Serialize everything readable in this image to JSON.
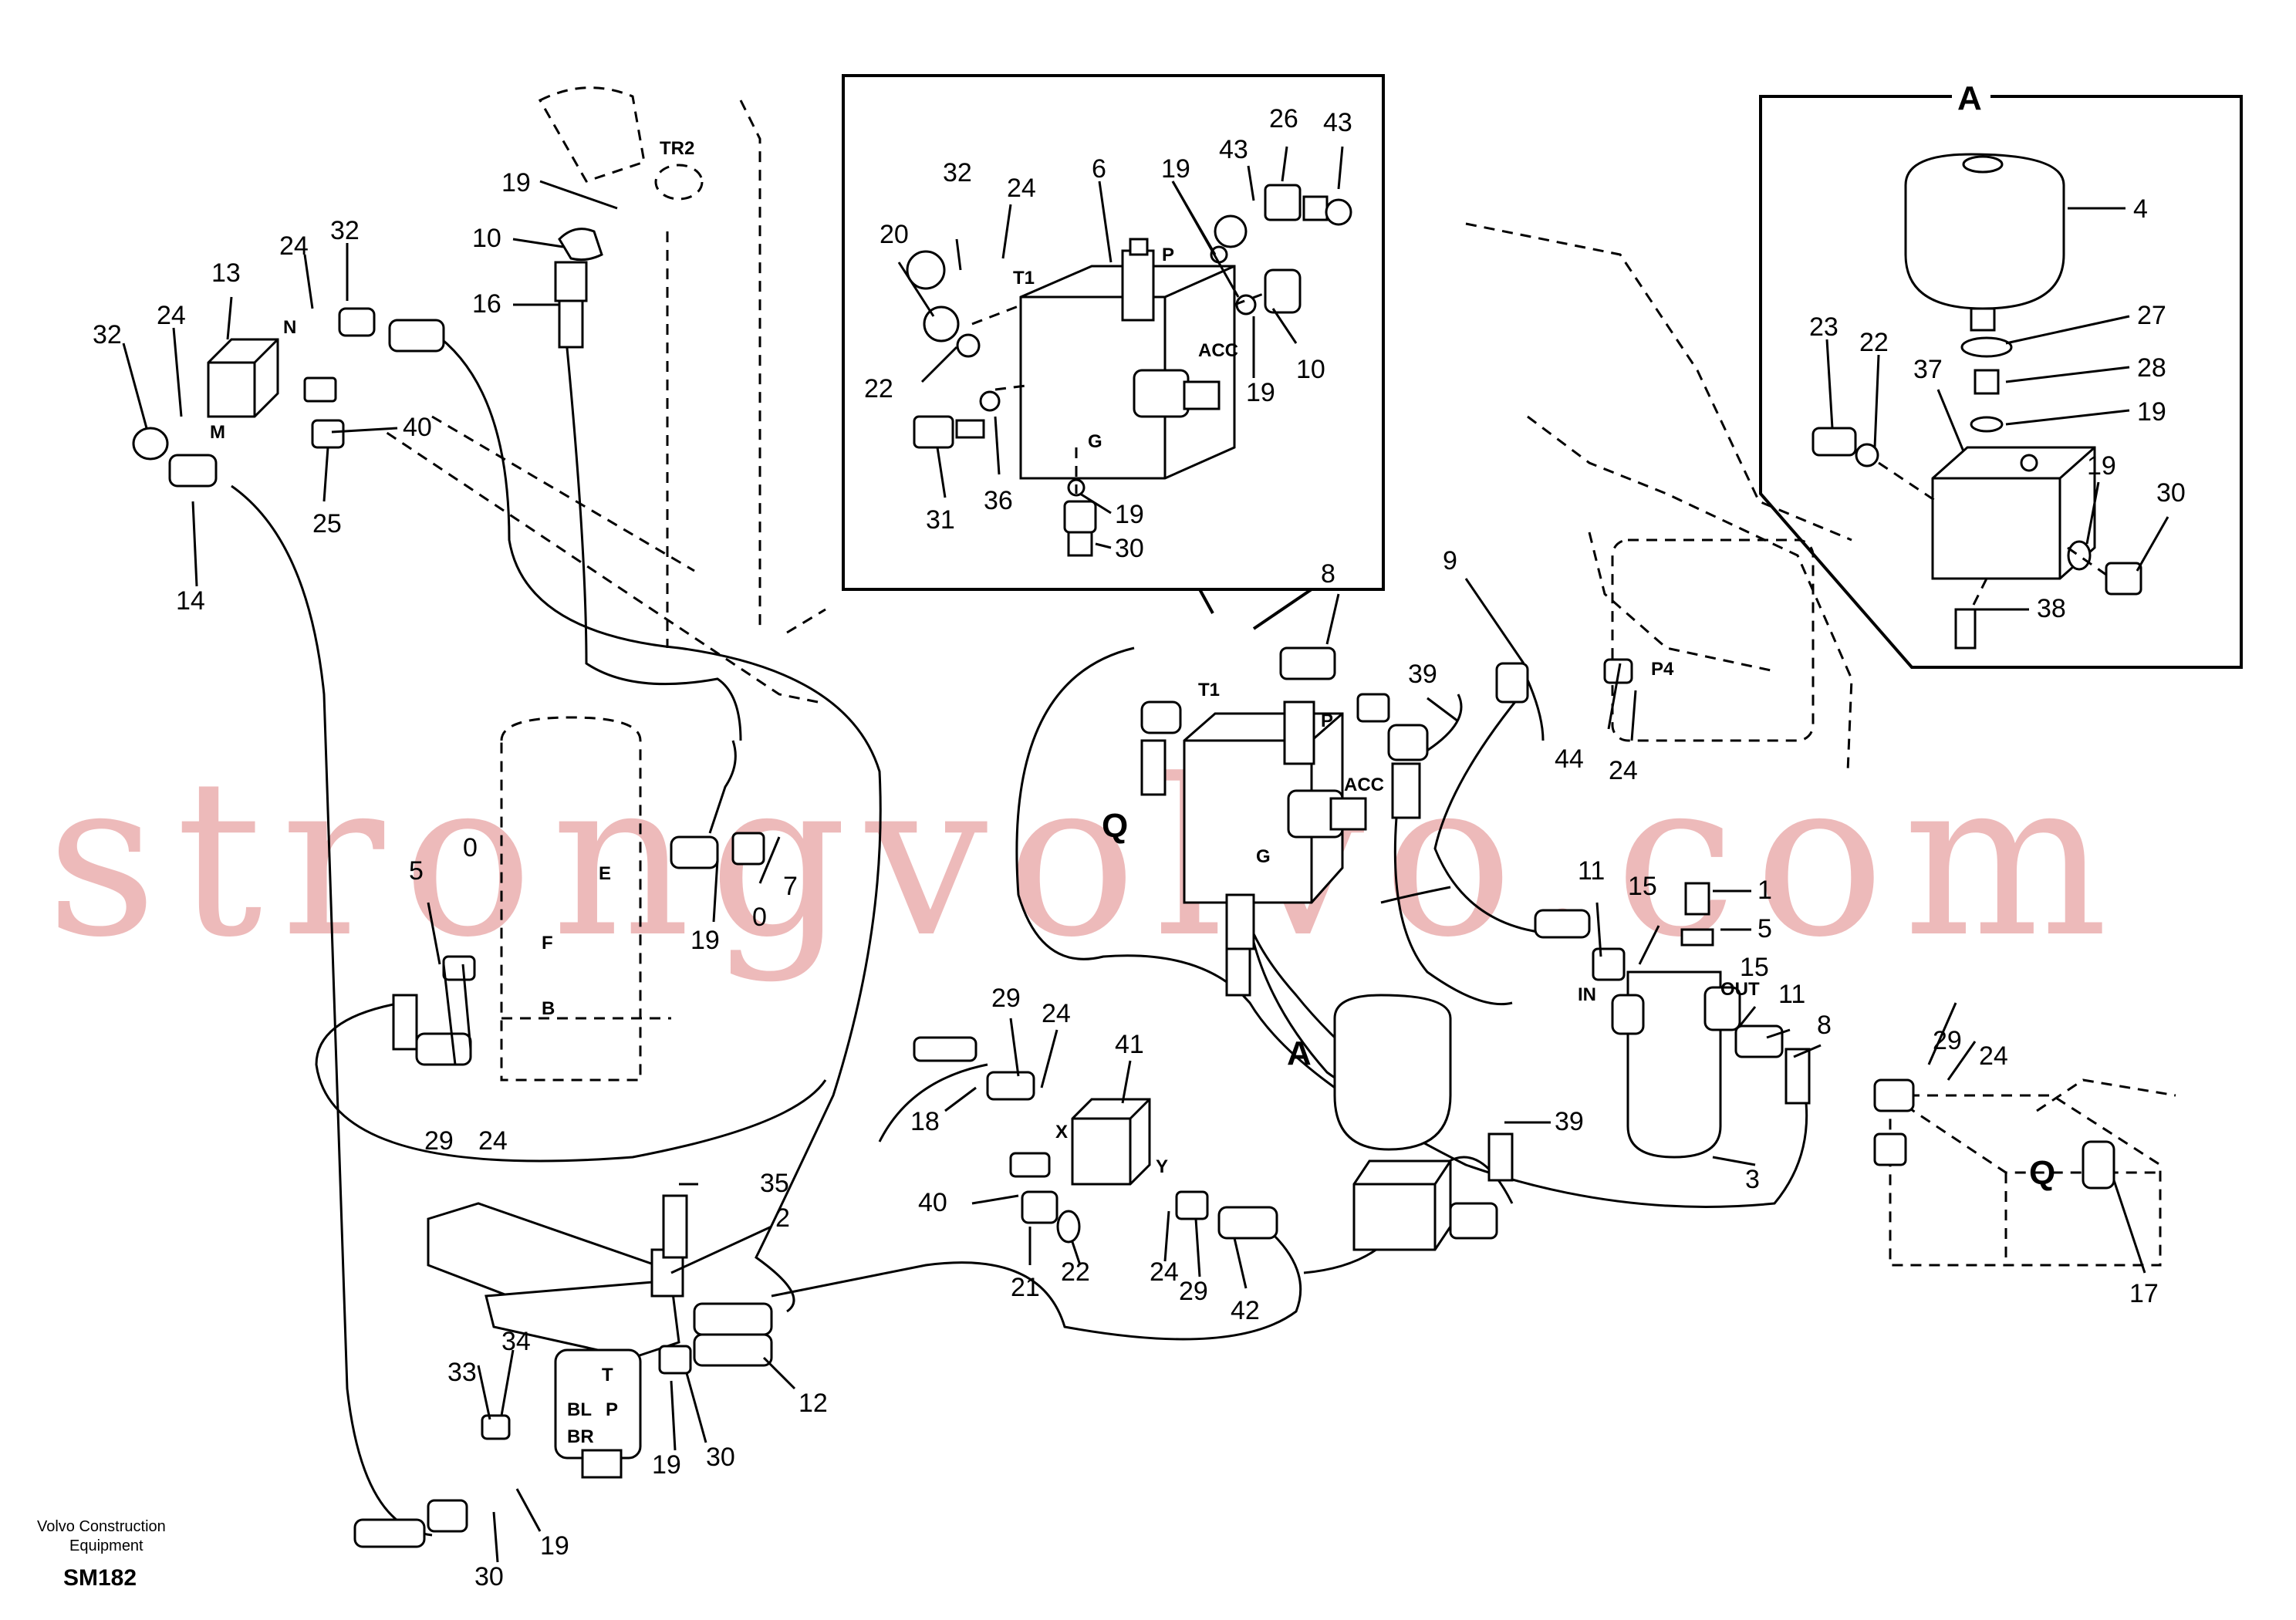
{
  "watermark": "strongvolvo.com",
  "footer": {
    "company_line1": "Volvo Construction",
    "company_line2": "Equipment",
    "sheet_code": "SM182"
  },
  "detail_views": [
    {
      "id": "detail-top",
      "label": ""
    },
    {
      "id": "detail-a",
      "label": "A"
    }
  ],
  "view_markers": {
    "A": "A",
    "Q_left": "Q",
    "Q_right": "Q"
  },
  "port_labels": {
    "tr2": "TR2",
    "n": "N",
    "m": "M",
    "t1_detail": "T1",
    "p_detail": "P",
    "acc_detail": "ACC",
    "g_detail": "G",
    "t1_main": "T1",
    "p_main": "P",
    "acc_main": "ACC",
    "g_main": "G",
    "p4": "P4",
    "e": "E",
    "f": "F",
    "b": "B",
    "x": "X",
    "y": "Y",
    "in": "IN",
    "out": "OUT",
    "t": "T",
    "p_pedal": "P",
    "bl": "BL",
    "br": "BR"
  },
  "part_numbers": {
    "n19a": "19",
    "n10a": "10",
    "n16": "16",
    "n24a": "24",
    "n32a": "32",
    "n13": "13",
    "n32b": "32",
    "n24b": "24",
    "n40a": "40",
    "n25": "25",
    "n14": "14",
    "d32": "32",
    "d24": "24",
    "d6": "6",
    "d19a": "19",
    "d43a": "43",
    "d26": "26",
    "d43b": "43",
    "d20": "20",
    "d10": "10",
    "d19b": "19",
    "d22": "22",
    "d31": "31",
    "d36": "36",
    "d19c": "19",
    "d30": "30",
    "a4": "4",
    "a23": "23",
    "a22": "22",
    "a37": "37",
    "a27": "27",
    "a28": "28",
    "a19a": "19",
    "a19b": "19",
    "a30": "30",
    "a38": "38",
    "n8a": "8",
    "n9": "9",
    "n39a": "39",
    "n44": "44",
    "n24c": "24",
    "n7": "7",
    "n0": "0",
    "n19b": "19",
    "n5a": "5",
    "n0b": "0",
    "n11a": "11",
    "n15a": "15",
    "n1": "1",
    "n5b": "5",
    "n15b": "15",
    "n11b": "11",
    "n8b": "8",
    "n3": "3",
    "n29a": "29",
    "n24d": "24",
    "n18": "18",
    "n41": "41",
    "n40b": "40",
    "n21": "21",
    "n22": "22",
    "n24e": "24",
    "n29b": "29",
    "n42": "42",
    "n39b": "39",
    "n29c": "29",
    "n24f": "24",
    "n17": "17",
    "n29d": "29",
    "n24g": "24",
    "n35": "35",
    "n2": "2",
    "n12": "12",
    "n34": "34",
    "n33": "33",
    "n19c": "19",
    "n30a": "30",
    "n19d": "19",
    "n30b": "30"
  }
}
